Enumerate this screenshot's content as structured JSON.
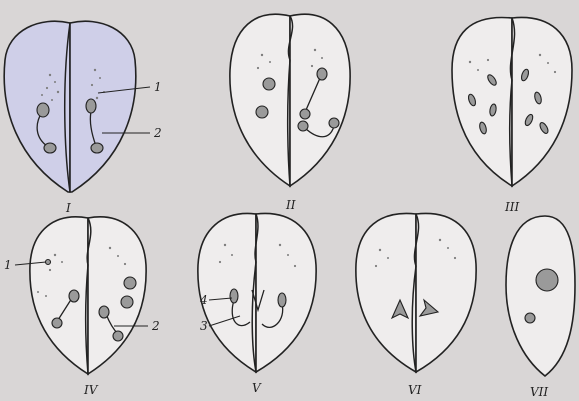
{
  "figures": [
    {
      "label": "I"
    },
    {
      "label": "II"
    },
    {
      "label": "III"
    },
    {
      "label": "IV"
    },
    {
      "label": "V"
    },
    {
      "label": "VI"
    },
    {
      "label": "VII"
    }
  ],
  "callouts": {
    "fig1_part1": "1",
    "fig1_part2": "2",
    "fig4_part1": "1",
    "fig4_part2": "2",
    "fig5_part3": "3",
    "fig5_part4": "4"
  }
}
